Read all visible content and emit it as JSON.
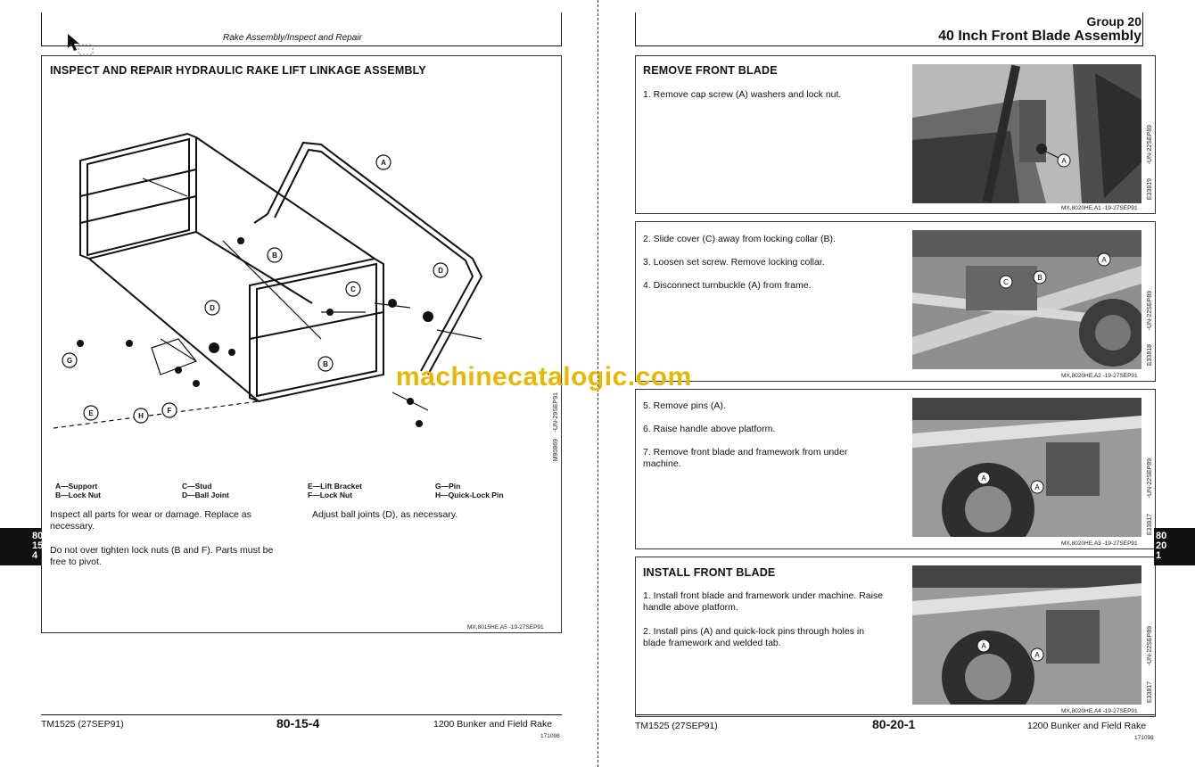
{
  "left_page": {
    "header": "Rake Assembly/Inspect and Repair",
    "section_title": "INSPECT AND REPAIR HYDRAULIC RAKE LIFT LINKAGE ASSEMBLY",
    "figure_code": "M90869",
    "figure_stamp": "-UN-29SEP91",
    "legend": [
      "A—Support",
      "B—Lock Nut",
      "C—Stud",
      "D—Ball Joint",
      "E—Lift Bracket",
      "F—Lock Nut",
      "G—Pin",
      "H—Quick-Lock Pin"
    ],
    "para1": "Inspect all parts for wear or damage. Replace as necessary.",
    "para2": "Do not over tighten lock nuts (B and F). Parts must be free to pivot.",
    "para3": "Adjust ball joints (D), as necessary.",
    "box_code": "MX,8015HE,A5   -19-27SEP91",
    "footer_left": "TM1525 (27SEP91)",
    "footer_center": "80-15-4",
    "footer_right": "1200 Bunker and Field Rake",
    "footer_small": "171098",
    "side_tab": [
      "80",
      "15",
      "4"
    ],
    "diagram_labels": [
      "A",
      "B",
      "C",
      "D",
      "D",
      "B",
      "E",
      "F",
      "G",
      "H"
    ]
  },
  "right_page": {
    "group": "Group 20",
    "title": "40 Inch Front Blade Assembly",
    "sections": [
      {
        "heading": "REMOVE FRONT BLADE",
        "steps": [
          "1. Remove cap screw (A) washers and lock nut."
        ],
        "photo_code": "E33819",
        "photo_stamp": "-UN-22SEP89",
        "box_code": "MX,8020HE,A1   -19-27SEP91",
        "callouts": [
          "A"
        ]
      },
      {
        "heading": "",
        "steps": [
          "2. Slide cover (C) away from locking collar (B).",
          "3. Loosen set screw. Remove locking collar.",
          "4. Disconnect turnbuckle (A) from frame."
        ],
        "photo_code": "E33818",
        "photo_stamp": "-UN-22SEP89",
        "box_code": "MX,8020HE,A2   -19-27SEP91",
        "callouts": [
          "C",
          "B",
          "A"
        ]
      },
      {
        "heading": "",
        "steps": [
          "5. Remove pins (A).",
          "6. Raise handle above platform.",
          "7. Remove front blade and framework from under machine."
        ],
        "photo_code": "E33817",
        "photo_stamp": "-UN-22SEP89",
        "box_code": "MX,8020HE,A3   -19-27SEP91",
        "callouts": [
          "A",
          "A"
        ]
      },
      {
        "heading": "INSTALL FRONT BLADE",
        "steps": [
          "1. Install front blade and framework under machine. Raise handle above platform.",
          "2. Install pins (A) and quick-lock pins through holes in blade framework and welded tab."
        ],
        "photo_code": "E33817",
        "photo_stamp": "-UN-22SEP89",
        "box_code": "MX,8020HE,A4   -19-27SEP91",
        "callouts": [
          "A",
          "A"
        ]
      }
    ],
    "footer_left": "TM1525 (27SEP91)",
    "footer_center": "80-20-1",
    "footer_right": "1200 Bunker and Field Rake",
    "footer_small": "171098",
    "side_tab": [
      "80",
      "20",
      "1"
    ]
  },
  "watermark": "machinecatalogic.com"
}
